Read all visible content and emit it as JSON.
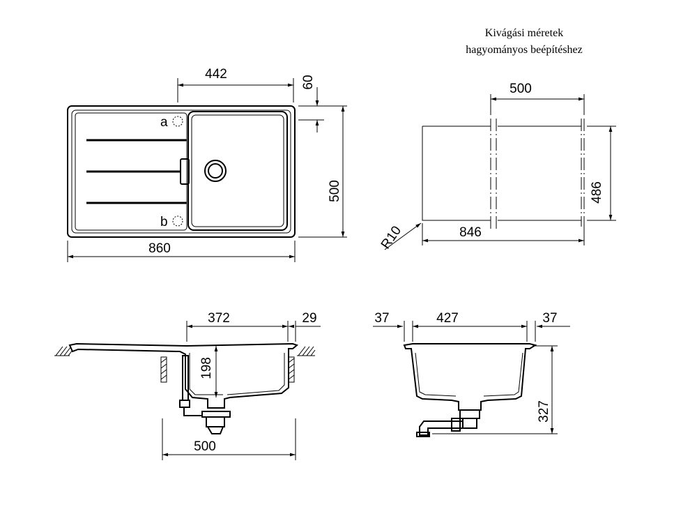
{
  "title": {
    "line1": "Kivágási méretek",
    "line2": "hagyományos beépítéshez"
  },
  "top_view": {
    "bowl_width": "442",
    "drain_offset": "60",
    "depth": "500",
    "total_width": "860",
    "hole_a": "a",
    "hole_b": "b"
  },
  "cutout_view": {
    "segment_width": "500",
    "height": "486",
    "width": "846",
    "radius": "R10"
  },
  "side_view": {
    "bowl_width": "372",
    "rim": "29",
    "bowl_depth": "198",
    "total_width": "500"
  },
  "front_view": {
    "left_rim": "37",
    "bowl_width": "427",
    "right_rim": "37",
    "total_height": "327"
  }
}
